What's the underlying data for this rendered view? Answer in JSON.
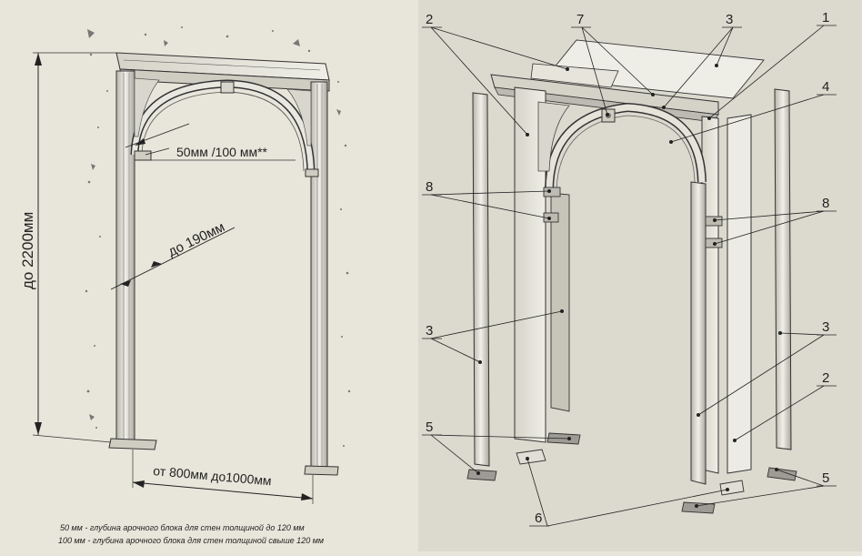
{
  "colors": {
    "background": "#e8e6da",
    "panel": "#dedcd0",
    "line": "#333333",
    "fill_light": "#f1f0e8",
    "fill_mid": "#cfcdc2",
    "fill_dark": "#9d9b93"
  },
  "left_drawing": {
    "height_label": "до 2200мм",
    "depth_label": "50мм /100 мм**",
    "thickness_label": "до 190мм",
    "width_label": "от 800мм до1000мм",
    "footnotes": [
      "50 мм - глубина арочного блока для стен толщиной до 120 мм",
      "100 мм - глубина арочного блока для стен толщиной свыше 120 мм"
    ]
  },
  "right_drawing": {
    "callouts": [
      "1",
      "2",
      "3",
      "4",
      "5",
      "6",
      "7",
      "8"
    ]
  }
}
